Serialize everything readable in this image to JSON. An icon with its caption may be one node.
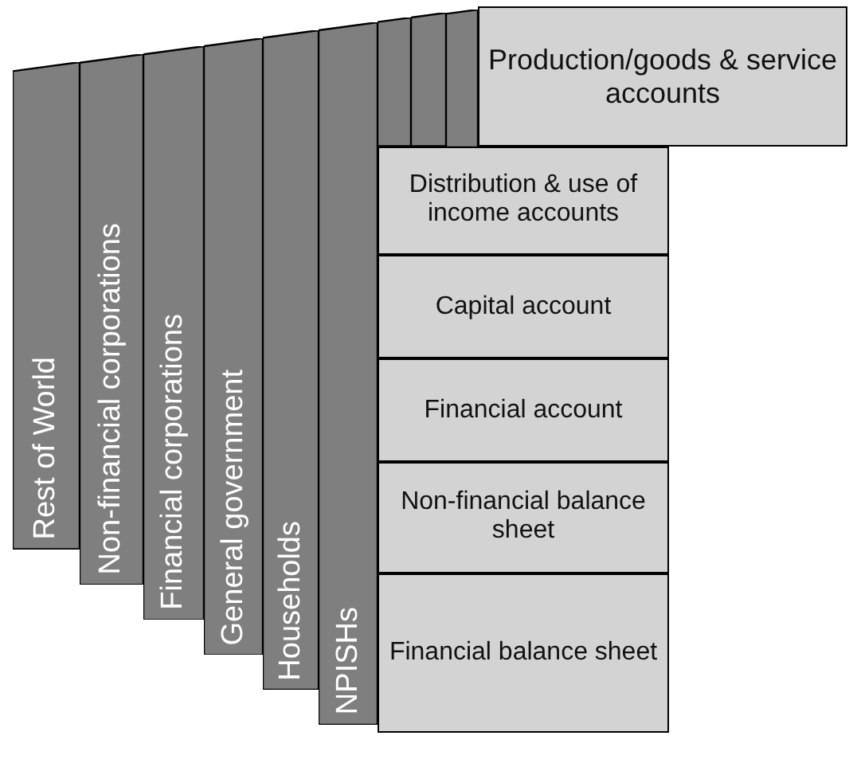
{
  "diagram": {
    "nodes": [
      {
        "text": [
          "Rest of World"
        ]
      },
      {
        "text": [
          "Non-financial corporations"
        ]
      },
      {
        "text": [
          "Financial corporations"
        ]
      },
      {
        "text": [
          "General government"
        ]
      },
      {
        "text": [
          "Households"
        ]
      },
      {
        "text": [
          "NPISHs"
        ]
      },
      {
        "text": [],
        "shape": "bar"
      },
      {
        "text": [],
        "shape": "bar"
      },
      {
        "text": [],
        "shape": "bar"
      },
      {
        "text": [
          "Production/goods & service accounts"
        ]
      },
      {
        "text": [
          "Distribution & use of income accounts"
        ]
      },
      {
        "text": [
          "Capital account"
        ]
      },
      {
        "text": [
          "Financial account"
        ]
      },
      {
        "text": [
          "Non-financial balance sheet"
        ]
      },
      {
        "text": [
          "Financial balance sheet"
        ]
      }
    ]
  }
}
